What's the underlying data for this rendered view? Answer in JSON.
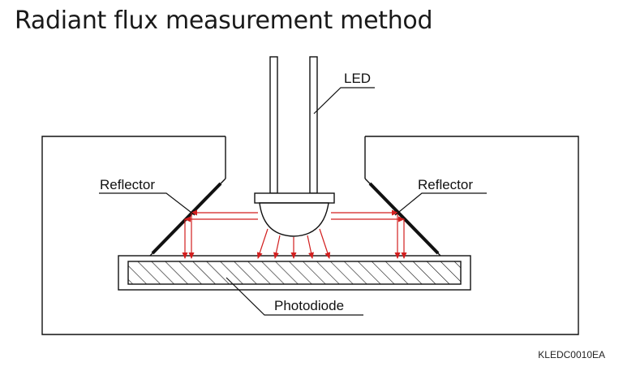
{
  "title": "Radiant flux measurement method",
  "drawing_code": "KLEDC0010EA",
  "labels": {
    "led": "LED",
    "reflector_left": "Reflector",
    "reflector_right": "Reflector",
    "photodiode": "Photodiode"
  },
  "colors": {
    "line": "#111111",
    "ray": "#d21f1f"
  }
}
